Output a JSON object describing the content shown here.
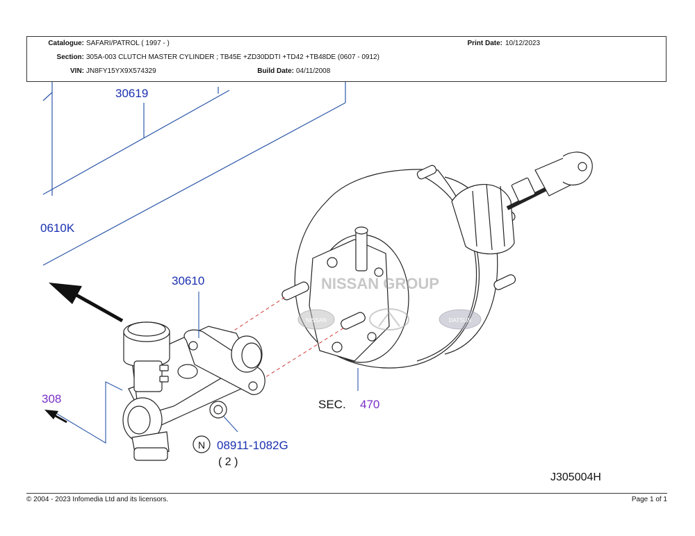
{
  "header": {
    "catalogue_label": "Catalogue:",
    "catalogue_value": "SAFARI/PATROL ( 1997 - )",
    "print_date_label": "Print Date:",
    "print_date_value": "10/12/2023",
    "section_label": "Section:",
    "section_value": "305A-003 CLUTCH MASTER CYLINDER ; TB45E +ZD30DDTI +TD42 +TB48DE (0607 - 0912)",
    "vin_label": "VIN:",
    "vin_value": "JN8FY15YX9X574329",
    "build_date_label": "Build Date:",
    "build_date_value": "04/11/2008"
  },
  "diagram": {
    "ref_30619": "30619",
    "ref_30610k": "0610K",
    "ref_30610": "30610",
    "ref_308": "308",
    "sec_prefix": "SEC.",
    "sec_number": "470",
    "part_nut_symbol": "N",
    "part_nut_number": "08911-1082G",
    "part_nut_qty": "( 2 )",
    "illustration_code": "J305004H",
    "watermark": "NISSAN GROUP",
    "logo_nissan": "NISSAN",
    "logo_datsun": "DATSUN",
    "colors": {
      "part_ref": "#1a2fb0",
      "section_ref": "#7a2fc8",
      "dashed": "#d23a3a",
      "line": "#222222",
      "leader": "#2a56a8"
    }
  },
  "footer": {
    "copyright": "© 2004 - 2023 Infomedia Ltd and its licensors.",
    "page": "Page 1 of 1"
  }
}
